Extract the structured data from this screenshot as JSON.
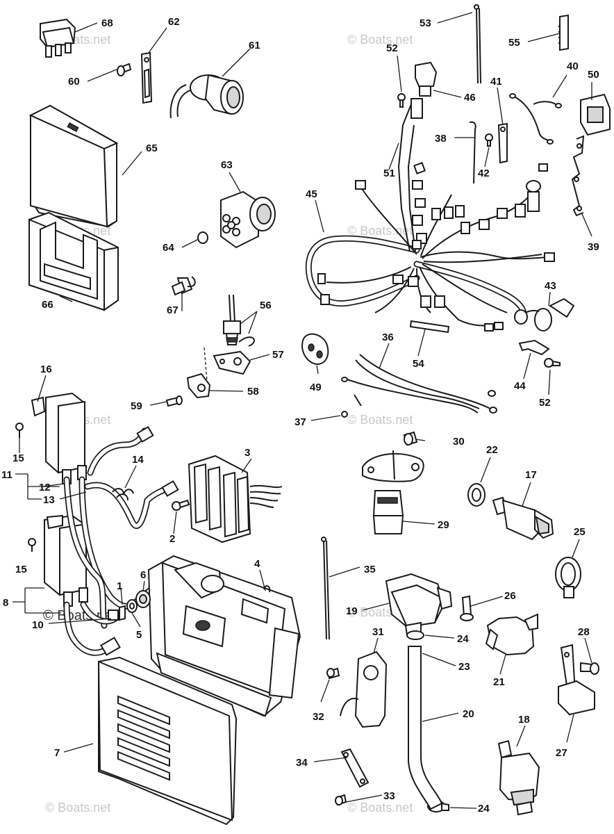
{
  "watermark": {
    "text": "© Boats.net",
    "color": "#c8c8c8"
  },
  "callouts": [
    "68",
    "62",
    "61",
    "60",
    "65",
    "63",
    "64",
    "66",
    "67",
    "56",
    "57",
    "58",
    "59",
    "53",
    "55",
    "52",
    "46",
    "41",
    "40",
    "50",
    "38",
    "42",
    "51",
    "45",
    "39",
    "43",
    "54",
    "36",
    "44",
    "49",
    "37",
    "16",
    "15",
    "14",
    "3",
    "11",
    "12",
    "13",
    "2",
    "30",
    "22",
    "17",
    "29",
    "25",
    "35",
    "4",
    "6",
    "1",
    "5",
    "8",
    "10",
    "26",
    "19",
    "24",
    "23",
    "31",
    "28",
    "21",
    "32",
    "20",
    "18",
    "27",
    "7",
    "34",
    "33"
  ],
  "labels": {
    "c1": "1",
    "c2": "2",
    "c3": "3",
    "c4": "4",
    "c5": "5",
    "c6": "6",
    "c7": "7",
    "c8": "8",
    "c10": "10",
    "c11": "11",
    "c12": "12",
    "c13": "13",
    "c14": "14",
    "c15a": "15",
    "c15b": "15",
    "c16": "16",
    "c17": "17",
    "c18": "18",
    "c19": "19",
    "c20": "20",
    "c21": "21",
    "c22": "22",
    "c23": "23",
    "c24a": "24",
    "c24b": "24",
    "c25": "25",
    "c26": "26",
    "c27": "27",
    "c28": "28",
    "c29": "29",
    "c30": "30",
    "c31": "31",
    "c32": "32",
    "c33": "33",
    "c34": "34",
    "c35": "35",
    "c36": "36",
    "c37": "37",
    "c38": "38",
    "c39": "39",
    "c40": "40",
    "c41": "41",
    "c42": "42",
    "c43": "43",
    "c44": "44",
    "c45": "45",
    "c46": "46",
    "c49": "49",
    "c50": "50",
    "c51": "51",
    "c52a": "52",
    "c52b": "52",
    "c53": "53",
    "c54": "54",
    "c55": "55",
    "c56": "56",
    "c57": "57",
    "c58": "58",
    "c59": "59",
    "c60": "60",
    "c61": "61",
    "c62": "62",
    "c63": "63",
    "c64": "64",
    "c65": "65",
    "c66": "66",
    "c67": "67",
    "c68": "68"
  }
}
